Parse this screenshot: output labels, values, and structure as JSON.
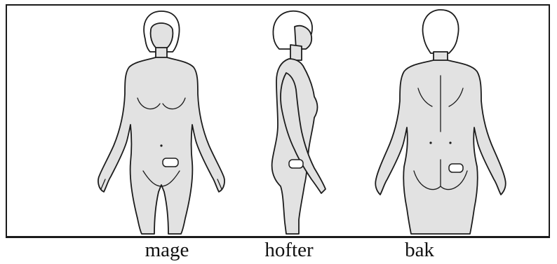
{
  "labels": {
    "front": "mage",
    "side": "hofter",
    "back": "bak"
  },
  "colors": {
    "skin": "#e2e2e2",
    "outline": "#1c1c1c",
    "patch": "#ffffff",
    "border": "#1a1a1a"
  }
}
